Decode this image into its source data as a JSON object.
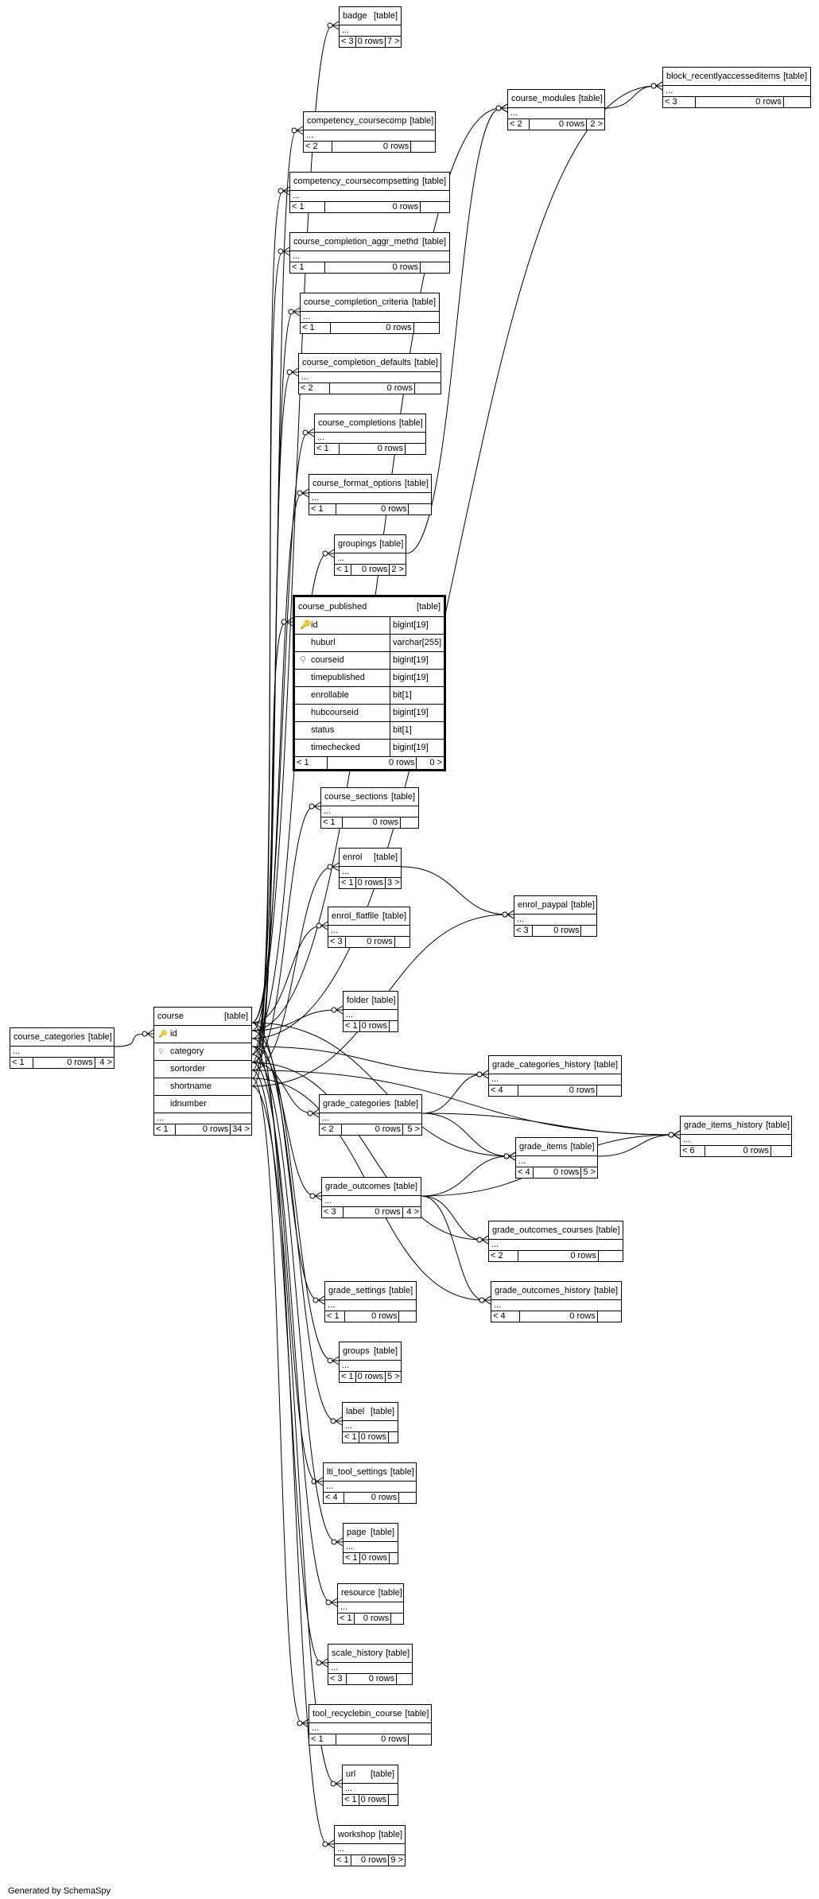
{
  "diagram": {
    "credit": "Generated by SchemaSpy",
    "table_kind_label": "[table]",
    "columns_placeholder": "...",
    "tables": [
      {
        "id": "badge",
        "name": "badge",
        "parents": "< 3",
        "rows": "0 rows",
        "children": "7 >"
      },
      {
        "id": "block_recentlyaccesseditems",
        "name": "block_recentlyaccesseditems",
        "parents": "< 3",
        "rows": "0 rows",
        "children": ""
      },
      {
        "id": "course_modules",
        "name": "course_modules",
        "parents": "< 2",
        "rows": "0 rows",
        "children": "2 >"
      },
      {
        "id": "competency_coursecomp",
        "name": "competency_coursecomp",
        "parents": "< 2",
        "rows": "0 rows",
        "children": ""
      },
      {
        "id": "competency_coursecompsetting",
        "name": "competency_coursecompsetting",
        "parents": "< 1",
        "rows": "0 rows",
        "children": ""
      },
      {
        "id": "course_completion_aggr_methd",
        "name": "course_completion_aggr_methd",
        "parents": "< 1",
        "rows": "0 rows",
        "children": ""
      },
      {
        "id": "course_completion_criteria",
        "name": "course_completion_criteria",
        "parents": "< 1",
        "rows": "0 rows",
        "children": ""
      },
      {
        "id": "course_completion_defaults",
        "name": "course_completion_defaults",
        "parents": "< 2",
        "rows": "0 rows",
        "children": ""
      },
      {
        "id": "course_completions",
        "name": "course_completions",
        "parents": "< 1",
        "rows": "0 rows",
        "children": ""
      },
      {
        "id": "course_format_options",
        "name": "course_format_options",
        "parents": "< 1",
        "rows": "0 rows",
        "children": ""
      },
      {
        "id": "groupings",
        "name": "groupings",
        "parents": "< 1",
        "rows": "0 rows",
        "children": "2 >"
      },
      {
        "id": "course_sections",
        "name": "course_sections",
        "parents": "< 1",
        "rows": "0 rows",
        "children": ""
      },
      {
        "id": "enrol",
        "name": "enrol",
        "parents": "< 1",
        "rows": "0 rows",
        "children": "3 >"
      },
      {
        "id": "enrol_paypal",
        "name": "enrol_paypal",
        "parents": "< 3",
        "rows": "0 rows",
        "children": ""
      },
      {
        "id": "enrol_flatfile",
        "name": "enrol_flatfile",
        "parents": "< 3",
        "rows": "0 rows",
        "children": ""
      },
      {
        "id": "folder",
        "name": "folder",
        "parents": "< 1",
        "rows": "0 rows",
        "children": ""
      },
      {
        "id": "course_categories",
        "name": "course_categories",
        "parents": "< 1",
        "rows": "0 rows",
        "children": "4 >"
      },
      {
        "id": "grade_categories_history",
        "name": "grade_categories_history",
        "parents": "< 4",
        "rows": "0 rows",
        "children": ""
      },
      {
        "id": "grade_categories",
        "name": "grade_categories",
        "parents": "< 2",
        "rows": "0 rows",
        "children": "5 >"
      },
      {
        "id": "grade_items_history",
        "name": "grade_items_history",
        "parents": "< 6",
        "rows": "0 rows",
        "children": ""
      },
      {
        "id": "grade_items",
        "name": "grade_items",
        "parents": "< 4",
        "rows": "0 rows",
        "children": "5 >"
      },
      {
        "id": "grade_outcomes",
        "name": "grade_outcomes",
        "parents": "< 3",
        "rows": "0 rows",
        "children": "4 >"
      },
      {
        "id": "grade_outcomes_courses",
        "name": "grade_outcomes_courses",
        "parents": "< 2",
        "rows": "0 rows",
        "children": ""
      },
      {
        "id": "grade_outcomes_history",
        "name": "grade_outcomes_history",
        "parents": "< 4",
        "rows": "0 rows",
        "children": ""
      },
      {
        "id": "grade_settings",
        "name": "grade_settings",
        "parents": "< 1",
        "rows": "0 rows",
        "children": ""
      },
      {
        "id": "groups",
        "name": "groups",
        "parents": "< 1",
        "rows": "0 rows",
        "children": "5 >"
      },
      {
        "id": "label",
        "name": "label",
        "parents": "< 1",
        "rows": "0 rows",
        "children": ""
      },
      {
        "id": "lti_tool_settings",
        "name": "lti_tool_settings",
        "parents": "< 4",
        "rows": "0 rows",
        "children": ""
      },
      {
        "id": "page",
        "name": "page",
        "parents": "< 1",
        "rows": "0 rows",
        "children": ""
      },
      {
        "id": "resource",
        "name": "resource",
        "parents": "< 1",
        "rows": "0 rows",
        "children": ""
      },
      {
        "id": "scale_history",
        "name": "scale_history",
        "parents": "< 3",
        "rows": "0 rows",
        "children": ""
      },
      {
        "id": "tool_recyclebin_course",
        "name": "tool_recyclebin_course",
        "parents": "< 1",
        "rows": "0 rows",
        "children": ""
      },
      {
        "id": "url",
        "name": "url",
        "parents": "< 1",
        "rows": "0 rows",
        "children": ""
      },
      {
        "id": "workshop",
        "name": "workshop",
        "parents": "< 1",
        "rows": "0 rows",
        "children": "9 >"
      }
    ],
    "course": {
      "name": "course",
      "columns": [
        {
          "name": "id",
          "key": "pk"
        },
        {
          "name": "category",
          "key": "fk"
        },
        {
          "name": "sortorder",
          "key": ""
        },
        {
          "name": "shortname",
          "key": ""
        },
        {
          "name": "idnumber",
          "key": ""
        }
      ],
      "more": "...",
      "parents": "< 1",
      "rows": "0 rows",
      "children": "34 >"
    },
    "course_published": {
      "name": "course_published",
      "columns": [
        {
          "name": "id",
          "type": "bigint[19]",
          "key": "pk"
        },
        {
          "name": "huburl",
          "type": "varchar[255]",
          "key": ""
        },
        {
          "name": "courseid",
          "type": "bigint[19]",
          "key": "fk"
        },
        {
          "name": "timepublished",
          "type": "bigint[19]",
          "key": ""
        },
        {
          "name": "enrollable",
          "type": "bit[1]",
          "key": ""
        },
        {
          "name": "hubcourseid",
          "type": "bigint[19]",
          "key": ""
        },
        {
          "name": "status",
          "type": "bit[1]",
          "key": ""
        },
        {
          "name": "timechecked",
          "type": "bigint[19]",
          "key": ""
        }
      ],
      "parents": "< 1",
      "rows": "0 rows",
      "children": "0 >"
    },
    "relationships": [
      [
        "course",
        "badge"
      ],
      [
        "course",
        "course_modules"
      ],
      [
        "course",
        "block_recentlyaccesseditems"
      ],
      [
        "course_modules",
        "block_recentlyaccesseditems"
      ],
      [
        "course",
        "competency_coursecomp"
      ],
      [
        "course",
        "competency_coursecompsetting"
      ],
      [
        "course",
        "course_completion_aggr_methd"
      ],
      [
        "course",
        "course_completion_criteria"
      ],
      [
        "course",
        "course_completion_defaults"
      ],
      [
        "course",
        "course_completions"
      ],
      [
        "course",
        "course_format_options"
      ],
      [
        "course",
        "groupings"
      ],
      [
        "groupings",
        "course_modules"
      ],
      [
        "course",
        "course_published"
      ],
      [
        "course",
        "course_sections"
      ],
      [
        "course",
        "enrol"
      ],
      [
        "enrol",
        "enrol_paypal"
      ],
      [
        "course",
        "enrol_paypal"
      ],
      [
        "course",
        "enrol_flatfile"
      ],
      [
        "course",
        "folder"
      ],
      [
        "course_categories",
        "course"
      ],
      [
        "course",
        "grade_categories_history"
      ],
      [
        "grade_categories",
        "grade_categories_history"
      ],
      [
        "course",
        "grade_categories"
      ],
      [
        "course",
        "grade_items_history"
      ],
      [
        "grade_categories",
        "grade_items_history"
      ],
      [
        "grade_items",
        "grade_items_history"
      ],
      [
        "course",
        "grade_items"
      ],
      [
        "grade_categories",
        "grade_items"
      ],
      [
        "grade_outcomes",
        "grade_items"
      ],
      [
        "course",
        "grade_outcomes"
      ],
      [
        "grade_outcomes",
        "grade_items_history"
      ],
      [
        "course",
        "grade_outcomes_courses"
      ],
      [
        "grade_outcomes",
        "grade_outcomes_courses"
      ],
      [
        "course",
        "grade_outcomes_history"
      ],
      [
        "grade_outcomes",
        "grade_outcomes_history"
      ],
      [
        "course",
        "grade_settings"
      ],
      [
        "course",
        "groups"
      ],
      [
        "course",
        "label"
      ],
      [
        "course",
        "lti_tool_settings"
      ],
      [
        "course",
        "page"
      ],
      [
        "course",
        "resource"
      ],
      [
        "course",
        "scale_history"
      ],
      [
        "course",
        "tool_recyclebin_course"
      ],
      [
        "course",
        "url"
      ],
      [
        "course",
        "workshop"
      ]
    ]
  }
}
